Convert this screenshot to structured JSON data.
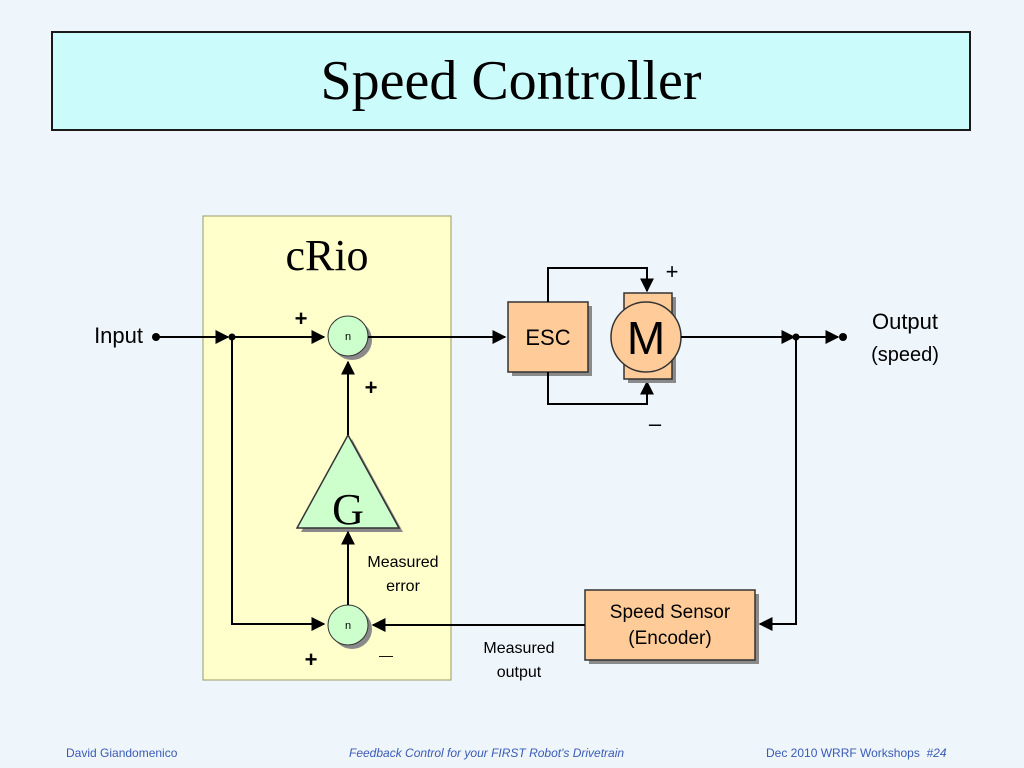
{
  "slide": {
    "title": "Speed Controller"
  },
  "diagram": {
    "crio_label": "cRio",
    "input_label": "Input",
    "output_label": "Output",
    "output_sub": "(speed)",
    "esc_label": "ESC",
    "motor_label": "M",
    "gain_label": "G",
    "sum_node_symbol": "n",
    "plus_sign": "+",
    "minus_sign": "–",
    "minus_sign_feedback": "—",
    "measured_error_line1": "Measured",
    "measured_error_line2": "error",
    "measured_output_line1": "Measured",
    "measured_output_line2": "output",
    "sensor_line1": "Speed Sensor",
    "sensor_line2": "(Encoder)"
  },
  "footer": {
    "author": "David  Giandomenico",
    "course": "Feedback Control for your FIRST Robot's Drivetrain",
    "event": "Dec 2010 WRRF Workshops",
    "page": "#24"
  },
  "colors": {
    "background": "#eef5fb",
    "title_fill": "#ccfbfb",
    "crio_fill": "#ffffcc",
    "block_fill": "#ffcc99",
    "node_fill": "#ccffcc",
    "footer_text": "#3b5bb5"
  }
}
